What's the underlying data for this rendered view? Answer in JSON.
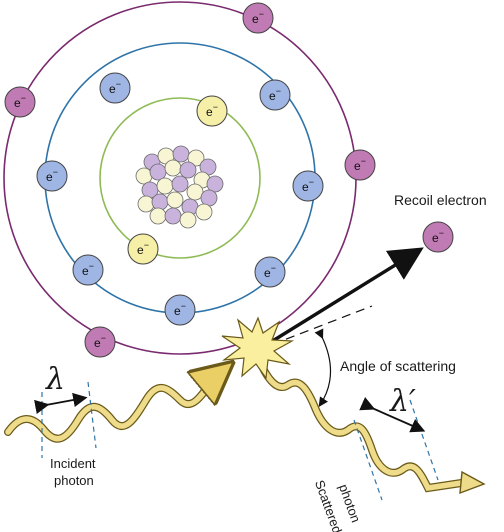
{
  "diagram": {
    "electron_symbol": "e",
    "electron_superscript": "−",
    "labels": {
      "recoil_electron": "Recoil electron",
      "angle_of_scattering": "Angle of scattering",
      "incident_photon_line1": "Incident",
      "incident_photon_line2": "photon",
      "scattered_photon_line1": "Scattered",
      "scattered_photon_line2": "photon",
      "wavelength_symbol_incident": "λ",
      "wavelength_symbol_scattered": "λ′"
    },
    "colors": {
      "outer_shell": "#7a2a6e",
      "middle_shell": "#2f74a8",
      "inner_shell": "#8fbb55",
      "blue_electron": "#9fb5e3",
      "purple_electron": "#c07ab4",
      "yellow_electron": "#f5efa8",
      "photon": "#eedc8a",
      "nucleus_purple": "#c9b3dc",
      "nucleus_cream": "#f8f5d4"
    }
  }
}
